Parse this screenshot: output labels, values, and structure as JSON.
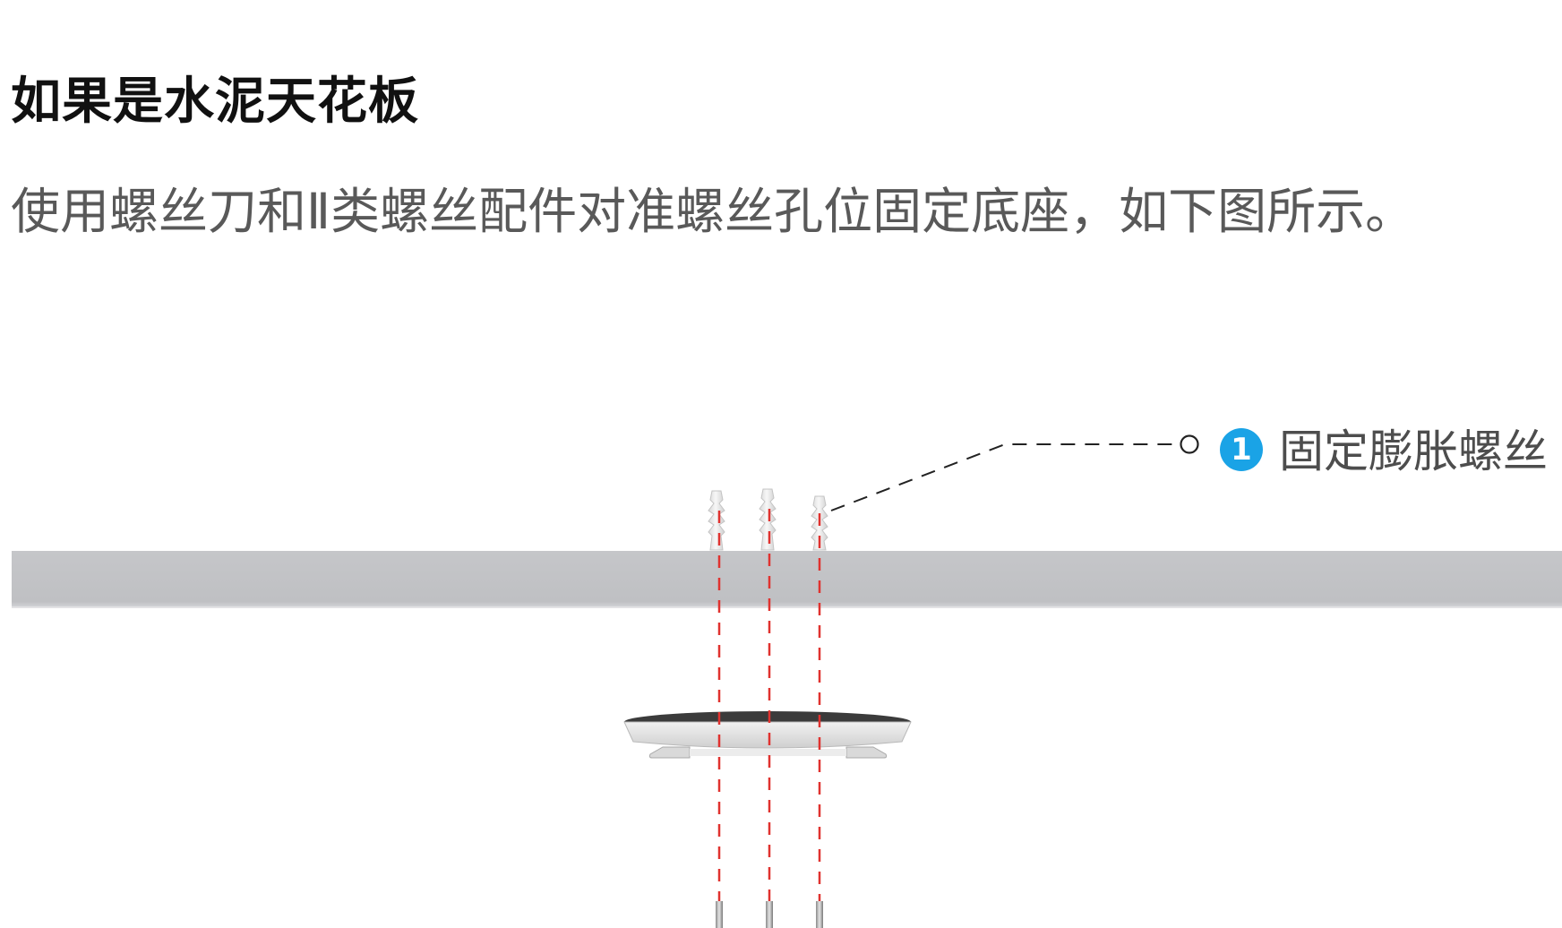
{
  "heading": {
    "title": "如果是水泥天花板",
    "instruction": "使用螺丝刀和Ⅱ类螺丝配件对准螺丝孔位固定底座，如下图所示。"
  },
  "callout": {
    "number": "1",
    "label": "固定膨胀螺丝",
    "badge_color": "#1aa3e6"
  },
  "colors": {
    "ceiling": "#c2c3c6",
    "guide_line": "#e0322f",
    "leader_line": "#222222"
  },
  "icons": {
    "anchors": "expansion-anchor-icon",
    "mount": "mounting-base-icon",
    "screws": "screw-icon"
  }
}
